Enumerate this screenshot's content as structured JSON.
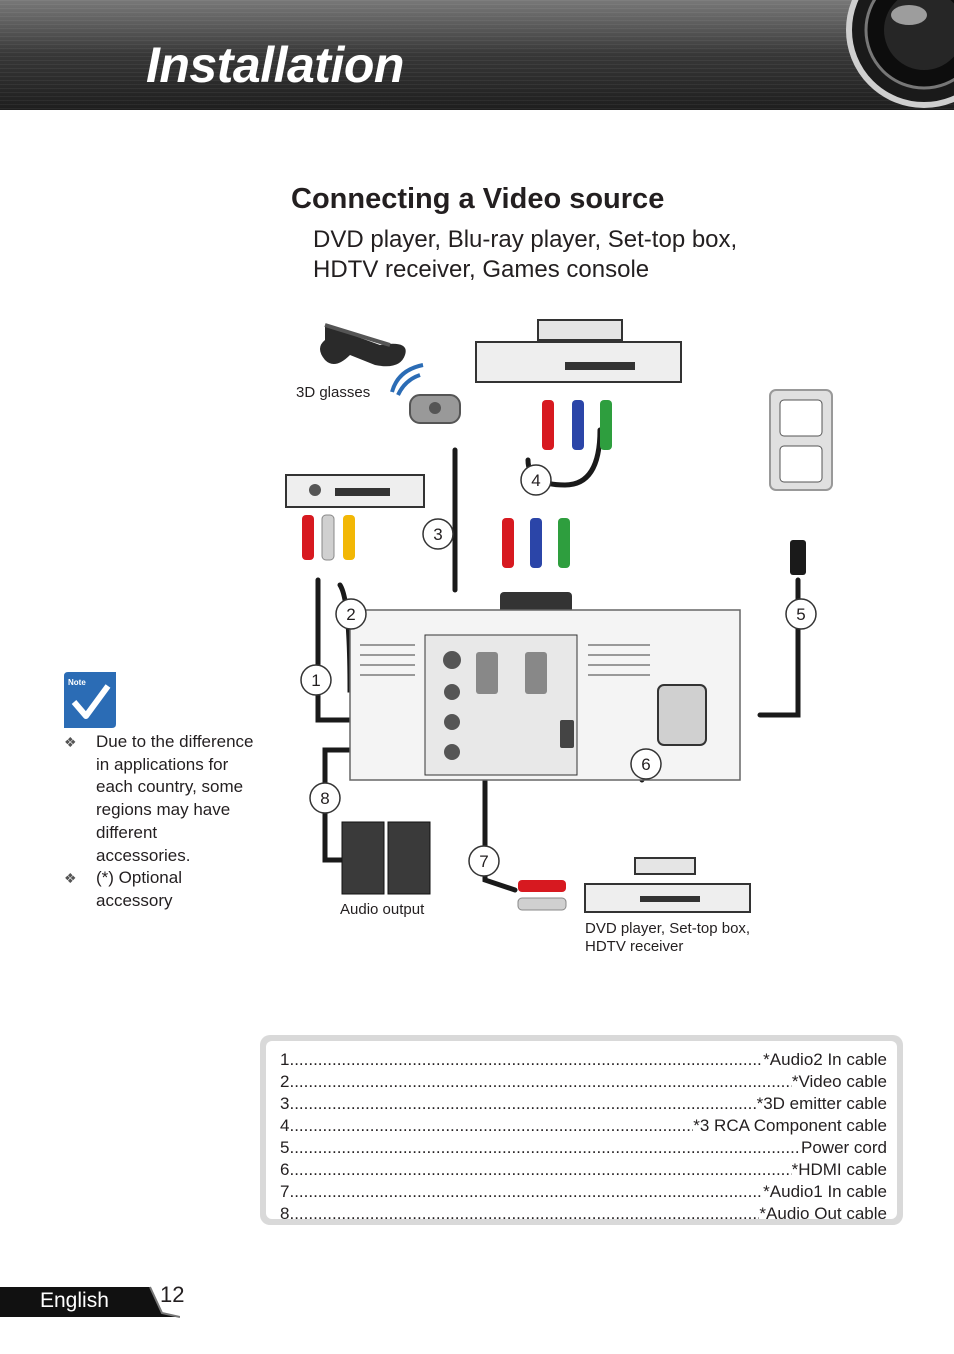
{
  "header": {
    "title": "Installation"
  },
  "section": {
    "title": "Connecting a Video source",
    "subtitle_lines": [
      "DVD player, Blu-ray player, Set-top box,",
      "HDTV receiver, Games console"
    ]
  },
  "note": {
    "badge": "Note",
    "items": [
      "Due to the difference in applications for each country, some regions may have different accessories.",
      "(*) Optional accessory"
    ]
  },
  "diagram": {
    "labels": {
      "glasses": "3D glasses",
      "audio_output": "Audio output",
      "source_line1": "DVD player, Set-top box,",
      "source_line2": "HDTV receiver"
    },
    "callouts": [
      "1",
      "2",
      "3",
      "4",
      "5",
      "6",
      "7",
      "8"
    ]
  },
  "legend": [
    {
      "num": "1",
      "text": "*Audio2 In cable"
    },
    {
      "num": "2",
      "text": "*Video cable"
    },
    {
      "num": "3",
      "text": "*3D emitter cable"
    },
    {
      "num": "4",
      "text": "*3 RCA Component cable"
    },
    {
      "num": "5",
      "text": "Power cord"
    },
    {
      "num": "6",
      "text": "*HDMI cable"
    },
    {
      "num": "7",
      "text": "*Audio1 In cable"
    },
    {
      "num": "8",
      "text": "*Audio Out cable"
    }
  ],
  "footer": {
    "language": "English",
    "page": "12"
  }
}
